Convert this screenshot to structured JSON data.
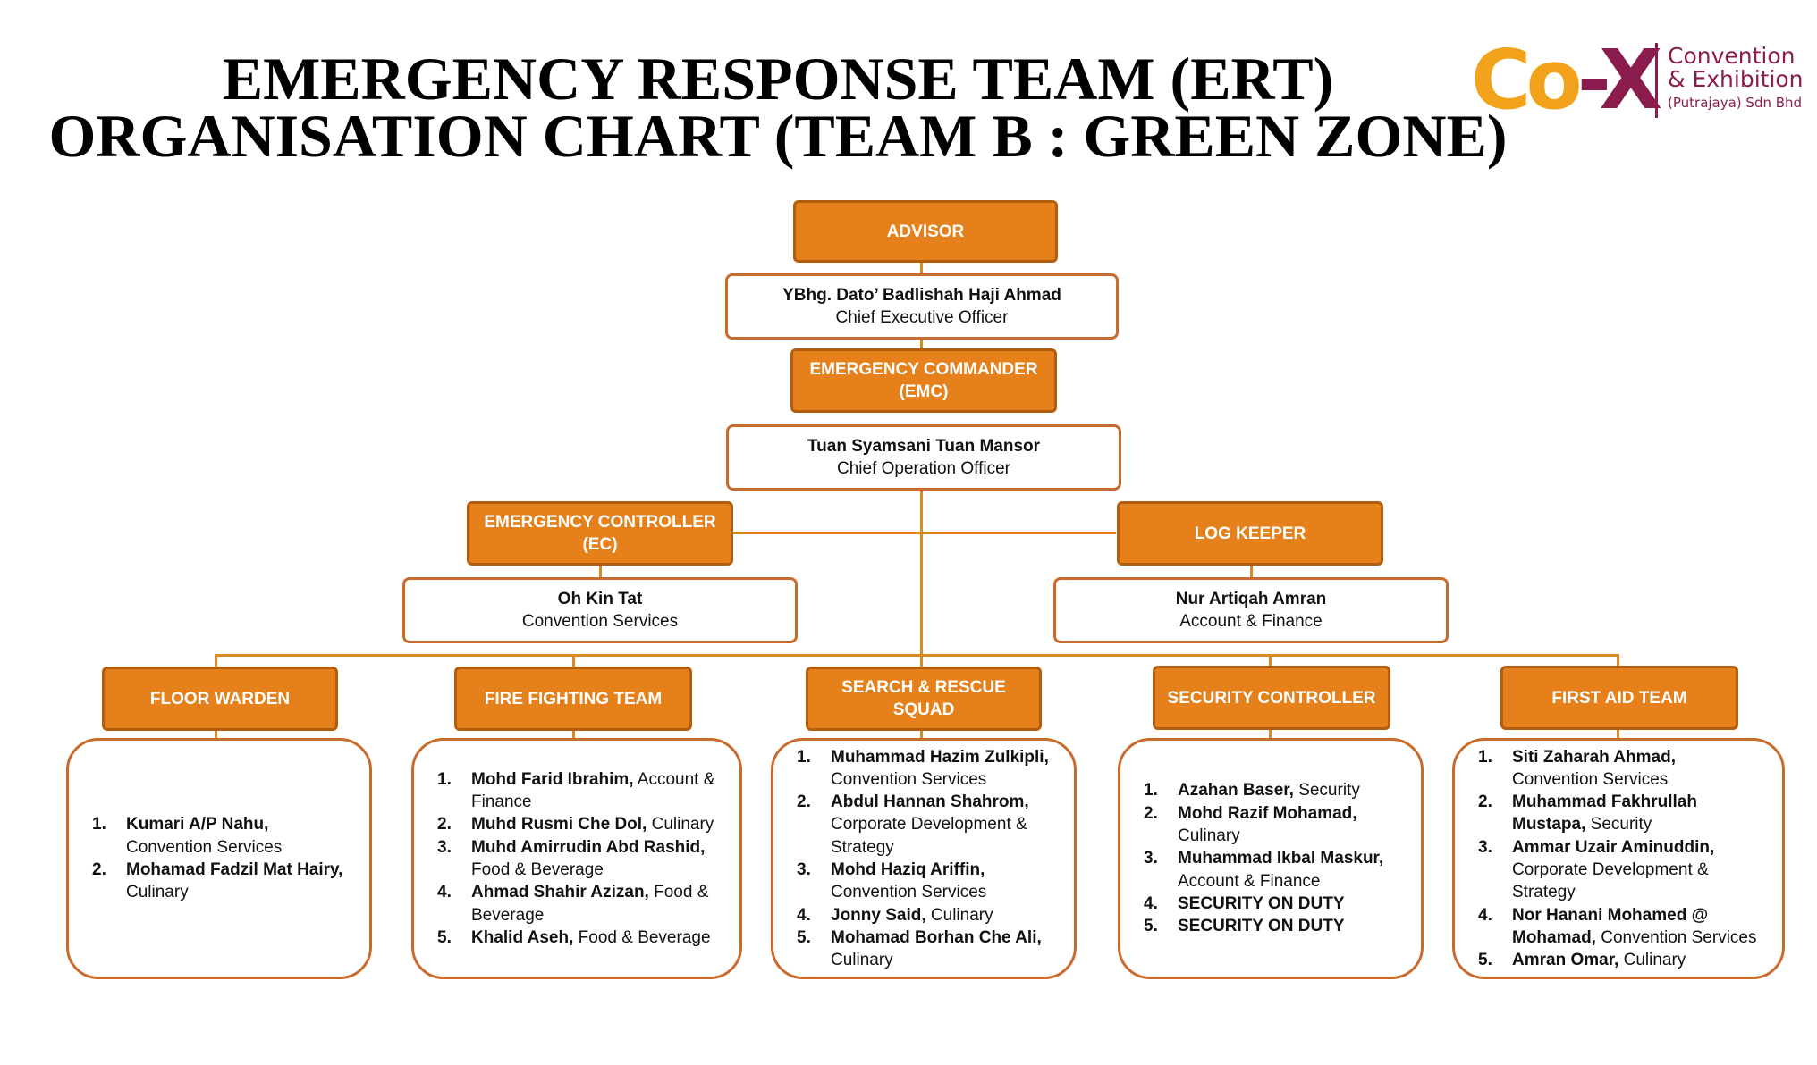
{
  "title": {
    "line1": "EMERGENCY RESPONSE TEAM (ERT)",
    "line2": "ORGANISATION CHART (TEAM B : GREEN ZONE)"
  },
  "logo": {
    "mark_co": "Co",
    "mark_x": "-X",
    "line1": "Convention",
    "line2": "& Exhibition",
    "line3": "(Putrajaya) Sdn Bhd",
    "colors": {
      "orange": "#f3a21b",
      "maroon": "#8a1d4e"
    }
  },
  "colors": {
    "role_fill": "#e5801a",
    "role_border": "#b25e0e",
    "connector": "#d98a22",
    "person_border": "#c96b2c"
  },
  "advisor": {
    "role": "ADVISOR",
    "name": "YBhg. Dato’ Badlishah Haji Ahmad",
    "title": "Chief Executive Officer"
  },
  "commander": {
    "role_line1": "EMERGENCY COMMANDER",
    "role_line2": "(EMC)",
    "name": "Tuan Syamsani Tuan Mansor",
    "title": "Chief Operation Officer"
  },
  "controller": {
    "role_line1": "EMERGENCY CONTROLLER",
    "role_line2": "(EC)",
    "name": "Oh Kin Tat",
    "title": "Convention Services"
  },
  "log_keeper": {
    "role": "LOG KEEPER",
    "name": "Nur Artiqah Amran",
    "title": "Account & Finance"
  },
  "teams": [
    {
      "role_line1": "FLOOR WARDEN",
      "role_line2": "",
      "members": [
        {
          "num": "1.",
          "name": "Kumari A/P Nahu,",
          "dept": "Convention Services"
        },
        {
          "num": "2.",
          "name": "Mohamad Fadzil Mat Hairy,",
          "dept": "Culinary"
        }
      ]
    },
    {
      "role_line1": "FIRE FIGHTING TEAM",
      "role_line2": "",
      "members": [
        {
          "num": "1.",
          "name": "Mohd Farid Ibrahim,",
          "dept": "Account & Finance"
        },
        {
          "num": "2.",
          "name": "Muhd Rusmi Che Dol,",
          "dept": "Culinary"
        },
        {
          "num": "3.",
          "name": "Muhd Amirrudin Abd Rashid,",
          "dept": "Food & Beverage"
        },
        {
          "num": "4.",
          "name": "Ahmad Shahir Azizan,",
          "dept": "Food & Beverage"
        },
        {
          "num": "5.",
          "name": "Khalid Aseh,",
          "dept": "Food & Beverage"
        }
      ]
    },
    {
      "role_line1": "SEARCH & RESCUE",
      "role_line2": "SQUAD",
      "members": [
        {
          "num": "1.",
          "name": "Muhammad Hazim Zulkipli,",
          "dept": "Convention Services"
        },
        {
          "num": "2.",
          "name": "Abdul Hannan Shahrom,",
          "dept": "Corporate Development & Strategy"
        },
        {
          "num": "3.",
          "name": "Mohd Haziq Ariffin,",
          "dept": "Convention Services"
        },
        {
          "num": "4.",
          "name": "Jonny Said,",
          "dept": "Culinary"
        },
        {
          "num": "5.",
          "name": "Mohamad Borhan Che Ali,",
          "dept": "Culinary"
        }
      ]
    },
    {
      "role_line1": "SECURITY CONTROLLER",
      "role_line2": "",
      "members": [
        {
          "num": "1.",
          "name": "Azahan Baser,",
          "dept": "Security"
        },
        {
          "num": "2.",
          "name": "Mohd Razif Mohamad,",
          "dept": "Culinary"
        },
        {
          "num": "3.",
          "name": "Muhammad Ikbal Maskur,",
          "dept": "Account & Finance"
        },
        {
          "num": "4.",
          "name": "SECURITY ON DUTY",
          "dept": ""
        },
        {
          "num": "5.",
          "name": "SECURITY ON DUTY",
          "dept": ""
        }
      ]
    },
    {
      "role_line1": "FIRST AID TEAM",
      "role_line2": "",
      "members": [
        {
          "num": "1.",
          "name": "Siti Zaharah Ahmad,",
          "dept": "Convention Services"
        },
        {
          "num": "2.",
          "name": "Muhammad Fakhrullah Mustapa,",
          "dept": "Security"
        },
        {
          "num": "3.",
          "name": "Ammar Uzair Aminuddin,",
          "dept": "Corporate Development & Strategy"
        },
        {
          "num": "4.",
          "name": "Nor Hanani Mohamed @ Mohamad,",
          "dept": "Convention Services"
        },
        {
          "num": "5.",
          "name": "Amran Omar,",
          "dept": "Culinary"
        }
      ]
    }
  ]
}
